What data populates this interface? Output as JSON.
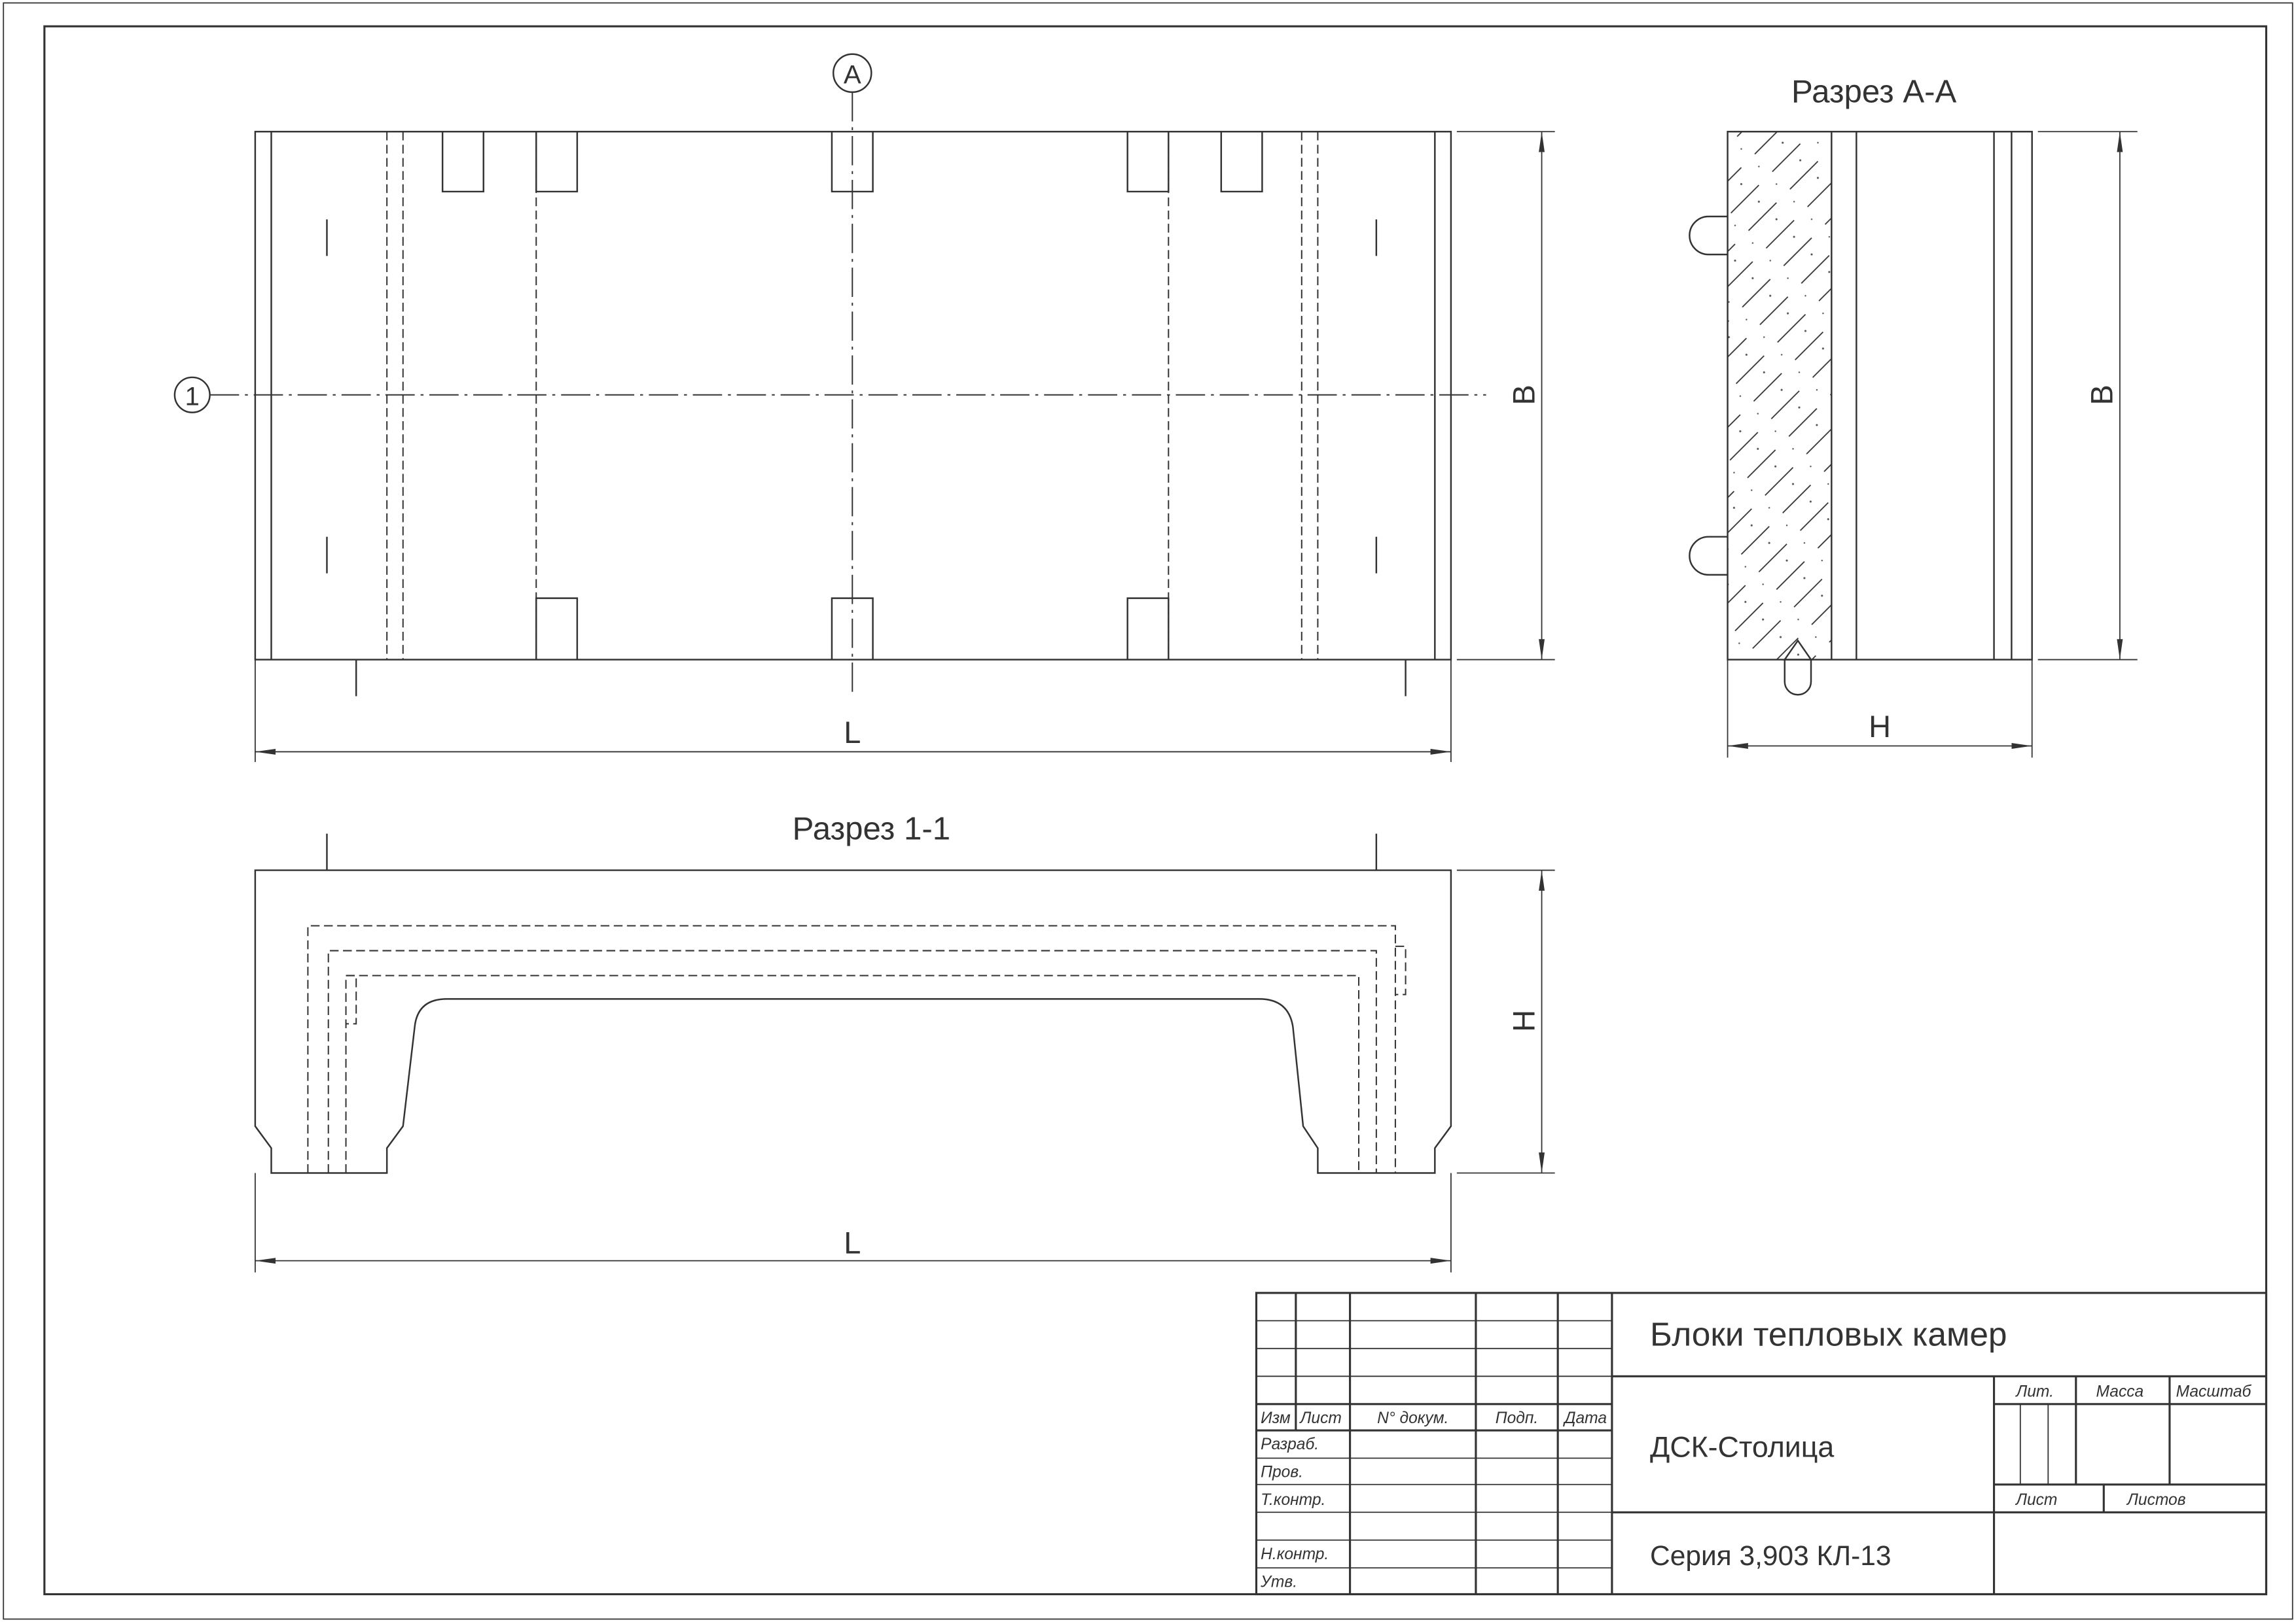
{
  "drawing": {
    "plan": {
      "axis_a_label": "А",
      "axis_1_label": "1",
      "dim_length": "L",
      "dim_width": "B"
    },
    "section_aa": {
      "title": "Разрез А-А",
      "dim_width": "B",
      "dim_height": "H"
    },
    "section_11": {
      "title": "Разрез 1-1",
      "dim_height": "H",
      "dim_length": "L"
    }
  },
  "title_block": {
    "header": {
      "change": "Изм",
      "sheet": "Лист",
      "doc_no": "N° докум.",
      "signature": "Подп.",
      "date": "Дата"
    },
    "roles": {
      "developer": "Разраб.",
      "checker": "Пров.",
      "tech_control": "Т.контр.",
      "norm_control": "Н.контр.",
      "approver": "Утв."
    },
    "title": "Блоки тепловых камер",
    "organization": "ДСК-Столица",
    "designation": "Серия 3,903 КЛ-13",
    "fields": {
      "letter": "Лит.",
      "mass": "Масса",
      "scale": "Масштаб",
      "sheet": "Лист",
      "sheets": "Листов"
    }
  },
  "colors": {
    "line": "#333333",
    "paper": "#ffffff"
  }
}
